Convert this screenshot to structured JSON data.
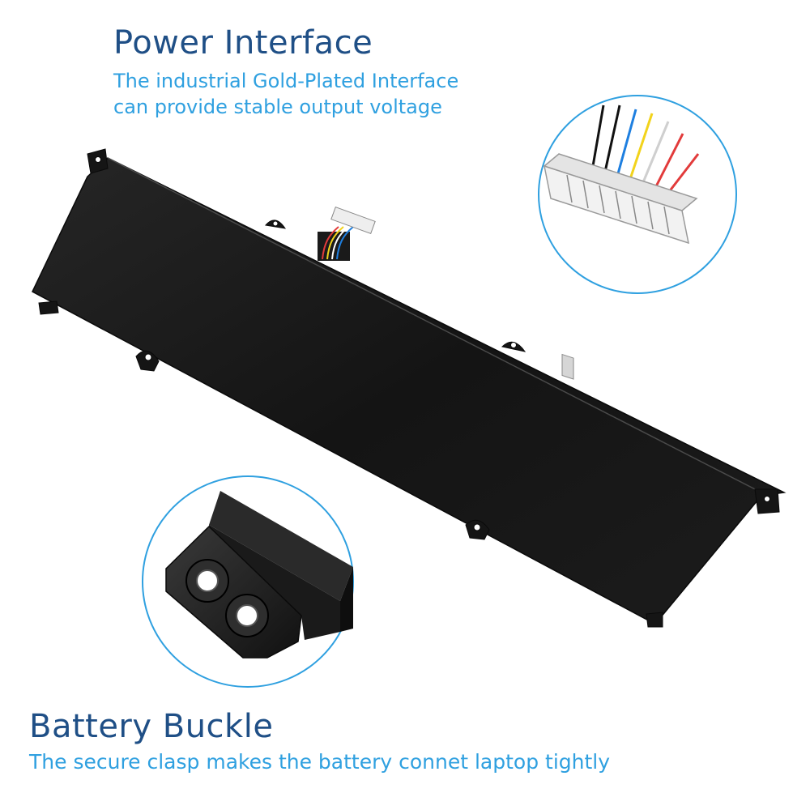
{
  "power_interface": {
    "title": "Power Interface",
    "line1": "The industrial Gold-Plated Interface",
    "line2": "can provide stable output voltage"
  },
  "battery_buckle": {
    "title": "Battery Buckle",
    "description": "The secure clasp makes the battery connet laptop tightly"
  },
  "colors": {
    "title_color": "#1f4f86",
    "subtitle_color": "#2fa0e0",
    "battery_body": "#151515",
    "callout_ring": "#2fa0e0"
  },
  "connector_wire_colors": [
    "#111111",
    "#111111",
    "#1e7fe0",
    "#f2d31c",
    "#ffffff",
    "#e23b3b",
    "#e23b3b"
  ]
}
